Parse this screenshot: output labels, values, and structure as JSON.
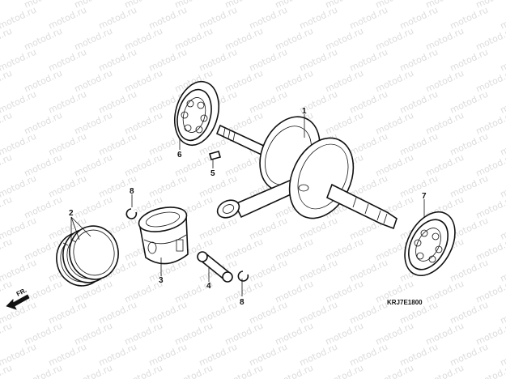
{
  "watermark": "motod.ru",
  "diagram_code": "KRJ7E1800",
  "direction_label": "FR.",
  "callouts": [
    "1",
    "2",
    "3",
    "4",
    "5",
    "6",
    "7",
    "8",
    "8"
  ]
}
